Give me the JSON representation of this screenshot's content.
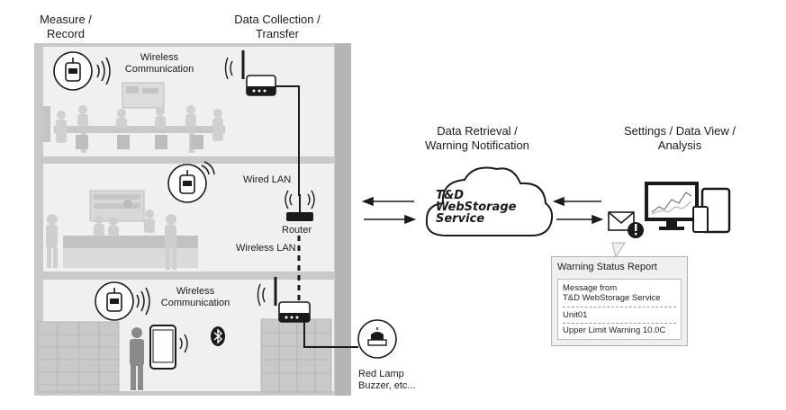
{
  "headings": {
    "measure": [
      "Measure /",
      "Record"
    ],
    "collection": [
      "Data Collection /",
      "Transfer"
    ],
    "retrieval": [
      "Data Retrieval /",
      "Warning Notification"
    ],
    "settings": [
      "Settings / Data View /",
      "Analysis"
    ]
  },
  "labels": {
    "wireless_comm_top": [
      "Wireless",
      "Communication"
    ],
    "wired_lan": "Wired LAN",
    "router": "Router",
    "wireless_lan": "Wireless LAN",
    "wireless_comm_bottom": [
      "Wireless",
      "Communication"
    ],
    "red_lamp": [
      "Red Lamp",
      "Buzzer, etc..."
    ]
  },
  "cloud": {
    "line1": "T&D",
    "line2": "WebStorage",
    "line3": "Service"
  },
  "report": {
    "title": "Warning Status Report",
    "message_line1": "Message from",
    "message_line2": "T&D WebStorage Service",
    "unit": "Unit01",
    "warning": "Upper Limit Warning 10.0C"
  },
  "icons": {
    "logger": "data-logger-icon",
    "base_station": "base-station-icon",
    "router": "router-icon",
    "cloud": "cloud-icon",
    "mail": "mail-warning-icon",
    "devices": "computer-tablet-phone-icon",
    "bluetooth": "bluetooth-icon",
    "smartphone": "smartphone-icon",
    "lamp": "red-lamp-icon"
  }
}
